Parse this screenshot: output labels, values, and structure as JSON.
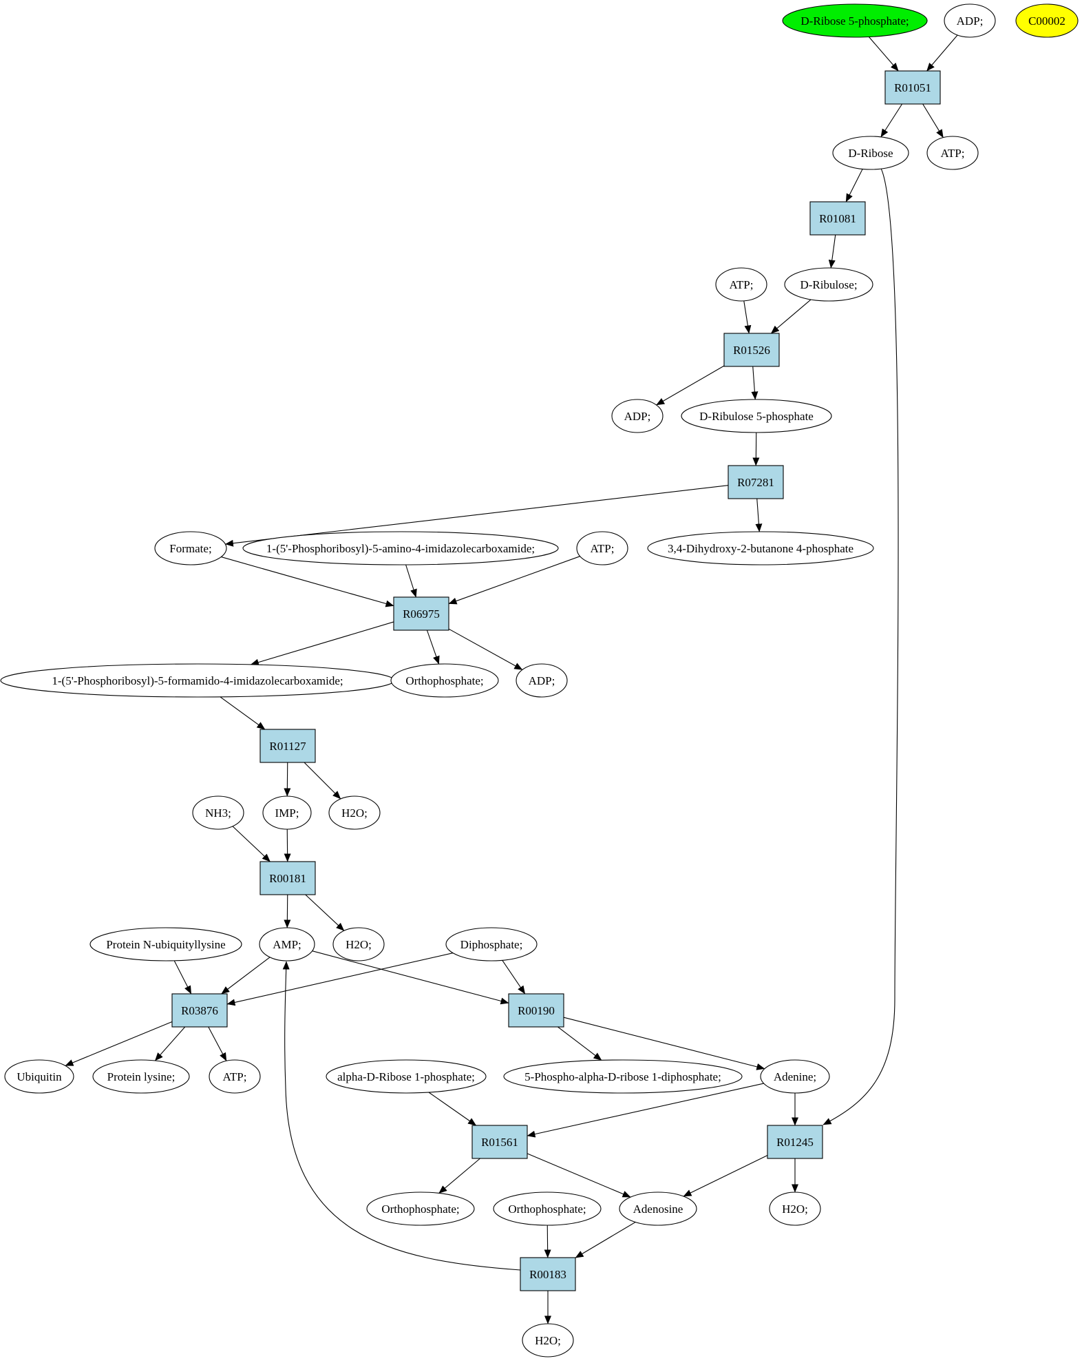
{
  "colors": {
    "reaction_fill": "#add8e6",
    "compound_fill": "#ffffff",
    "start_fill": "#00ee00",
    "highlight_fill": "#ffff00",
    "stroke": "#000000"
  },
  "nodes": [
    {
      "id": "d_ribose_5p",
      "label": "D-Ribose 5-phosphate;",
      "kind": "compound",
      "fill": "start"
    },
    {
      "id": "adp_top",
      "label": "ADP;",
      "kind": "compound"
    },
    {
      "id": "c00002",
      "label": "C00002",
      "kind": "compound",
      "fill": "highlight"
    },
    {
      "id": "r01051",
      "label": "R01051",
      "kind": "reaction"
    },
    {
      "id": "d_ribose",
      "label": "D-Ribose",
      "kind": "compound"
    },
    {
      "id": "atp_1",
      "label": "ATP;",
      "kind": "compound"
    },
    {
      "id": "r01081",
      "label": "R01081",
      "kind": "reaction"
    },
    {
      "id": "atp_2",
      "label": "ATP;",
      "kind": "compound"
    },
    {
      "id": "d_ribulose",
      "label": "D-Ribulose;",
      "kind": "compound"
    },
    {
      "id": "r01526",
      "label": "R01526",
      "kind": "reaction"
    },
    {
      "id": "adp_2",
      "label": "ADP;",
      "kind": "compound"
    },
    {
      "id": "d_ribulose_5p",
      "label": "D-Ribulose 5-phosphate",
      "kind": "compound"
    },
    {
      "id": "r07281",
      "label": "R07281",
      "kind": "reaction"
    },
    {
      "id": "formate",
      "label": "Formate;",
      "kind": "compound"
    },
    {
      "id": "aicar",
      "label": "1-(5'-Phosphoribosyl)-5-amino-4-imidazolecarboxamide;",
      "kind": "compound"
    },
    {
      "id": "atp_3",
      "label": "ATP;",
      "kind": "compound"
    },
    {
      "id": "dhbp",
      "label": "3,4-Dihydroxy-2-butanone 4-phosphate",
      "kind": "compound"
    },
    {
      "id": "r06975",
      "label": "R06975",
      "kind": "reaction"
    },
    {
      "id": "faicar",
      "label": "1-(5'-Phosphoribosyl)-5-formamido-4-imidazolecarboxamide;",
      "kind": "compound"
    },
    {
      "id": "orthophosphate_1",
      "label": "Orthophosphate;",
      "kind": "compound"
    },
    {
      "id": "adp_3",
      "label": "ADP;",
      "kind": "compound"
    },
    {
      "id": "r01127",
      "label": "R01127",
      "kind": "reaction"
    },
    {
      "id": "nh3",
      "label": "NH3;",
      "kind": "compound"
    },
    {
      "id": "imp",
      "label": "IMP;",
      "kind": "compound"
    },
    {
      "id": "h2o_1",
      "label": "H2O;",
      "kind": "compound"
    },
    {
      "id": "r00181",
      "label": "R00181",
      "kind": "reaction"
    },
    {
      "id": "protein_nub",
      "label": "Protein N-ubiquityllysine",
      "kind": "compound"
    },
    {
      "id": "amp",
      "label": "AMP;",
      "kind": "compound"
    },
    {
      "id": "h2o_2",
      "label": "H2O;",
      "kind": "compound"
    },
    {
      "id": "diphosphate",
      "label": "Diphosphate;",
      "kind": "compound"
    },
    {
      "id": "r03876",
      "label": "R03876",
      "kind": "reaction"
    },
    {
      "id": "r00190",
      "label": "R00190",
      "kind": "reaction"
    },
    {
      "id": "ubiquitin",
      "label": "Ubiquitin",
      "kind": "compound"
    },
    {
      "id": "protein_lys",
      "label": "Protein lysine;",
      "kind": "compound"
    },
    {
      "id": "atp_4",
      "label": "ATP;",
      "kind": "compound"
    },
    {
      "id": "a_d_ribose_1p",
      "label": "alpha-D-Ribose 1-phosphate;",
      "kind": "compound"
    },
    {
      "id": "prpp",
      "label": "5-Phospho-alpha-D-ribose 1-diphosphate;",
      "kind": "compound"
    },
    {
      "id": "adenine",
      "label": "Adenine;",
      "kind": "compound"
    },
    {
      "id": "r01561",
      "label": "R01561",
      "kind": "reaction"
    },
    {
      "id": "r01245",
      "label": "R01245",
      "kind": "reaction"
    },
    {
      "id": "orthophosphate_2",
      "label": "Orthophosphate;",
      "kind": "compound"
    },
    {
      "id": "orthophosphate_3",
      "label": "Orthophosphate;",
      "kind": "compound"
    },
    {
      "id": "adenosine",
      "label": "Adenosine",
      "kind": "compound"
    },
    {
      "id": "h2o_3",
      "label": "H2O;",
      "kind": "compound"
    },
    {
      "id": "r00183",
      "label": "R00183",
      "kind": "reaction"
    },
    {
      "id": "h2o_4",
      "label": "H2O;",
      "kind": "compound"
    }
  ],
  "edges": [
    {
      "from": "d_ribose_5p",
      "to": "r01051"
    },
    {
      "from": "adp_top",
      "to": "r01051"
    },
    {
      "from": "r01051",
      "to": "d_ribose"
    },
    {
      "from": "r01051",
      "to": "atp_1"
    },
    {
      "from": "d_ribose",
      "to": "r01081"
    },
    {
      "from": "d_ribose",
      "to": "r01245"
    },
    {
      "from": "r01081",
      "to": "d_ribulose"
    },
    {
      "from": "atp_2",
      "to": "r01526"
    },
    {
      "from": "d_ribulose",
      "to": "r01526"
    },
    {
      "from": "r01526",
      "to": "adp_2"
    },
    {
      "from": "r01526",
      "to": "d_ribulose_5p"
    },
    {
      "from": "d_ribulose_5p",
      "to": "r07281"
    },
    {
      "from": "r07281",
      "to": "formate"
    },
    {
      "from": "r07281",
      "to": "dhbp"
    },
    {
      "from": "formate",
      "to": "r06975"
    },
    {
      "from": "aicar",
      "to": "r06975"
    },
    {
      "from": "atp_3",
      "to": "r06975"
    },
    {
      "from": "r06975",
      "to": "faicar"
    },
    {
      "from": "r06975",
      "to": "orthophosphate_1"
    },
    {
      "from": "r06975",
      "to": "adp_3"
    },
    {
      "from": "faicar",
      "to": "r01127"
    },
    {
      "from": "r01127",
      "to": "imp"
    },
    {
      "from": "r01127",
      "to": "h2o_1"
    },
    {
      "from": "nh3",
      "to": "r00181"
    },
    {
      "from": "imp",
      "to": "r00181"
    },
    {
      "from": "r00181",
      "to": "amp"
    },
    {
      "from": "r00181",
      "to": "h2o_2"
    },
    {
      "from": "protein_nub",
      "to": "r03876"
    },
    {
      "from": "amp",
      "to": "r03876"
    },
    {
      "from": "diphosphate",
      "to": "r03876"
    },
    {
      "from": "amp",
      "to": "r00190"
    },
    {
      "from": "diphosphate",
      "to": "r00190"
    },
    {
      "from": "r03876",
      "to": "ubiquitin"
    },
    {
      "from": "r03876",
      "to": "protein_lys"
    },
    {
      "from": "r03876",
      "to": "atp_4"
    },
    {
      "from": "r00190",
      "to": "prpp"
    },
    {
      "from": "r00190",
      "to": "adenine"
    },
    {
      "from": "a_d_ribose_1p",
      "to": "r01561"
    },
    {
      "from": "adenine",
      "to": "r01561"
    },
    {
      "from": "adenine",
      "to": "r01245"
    },
    {
      "from": "r01561",
      "to": "orthophosphate_2"
    },
    {
      "from": "r01561",
      "to": "adenosine"
    },
    {
      "from": "r01245",
      "to": "adenosine"
    },
    {
      "from": "r01245",
      "to": "h2o_3"
    },
    {
      "from": "orthophosphate_3",
      "to": "r00183"
    },
    {
      "from": "adenosine",
      "to": "r00183"
    },
    {
      "from": "r00183",
      "to": "h2o_4"
    },
    {
      "from": "r00183",
      "to": "amp"
    }
  ]
}
